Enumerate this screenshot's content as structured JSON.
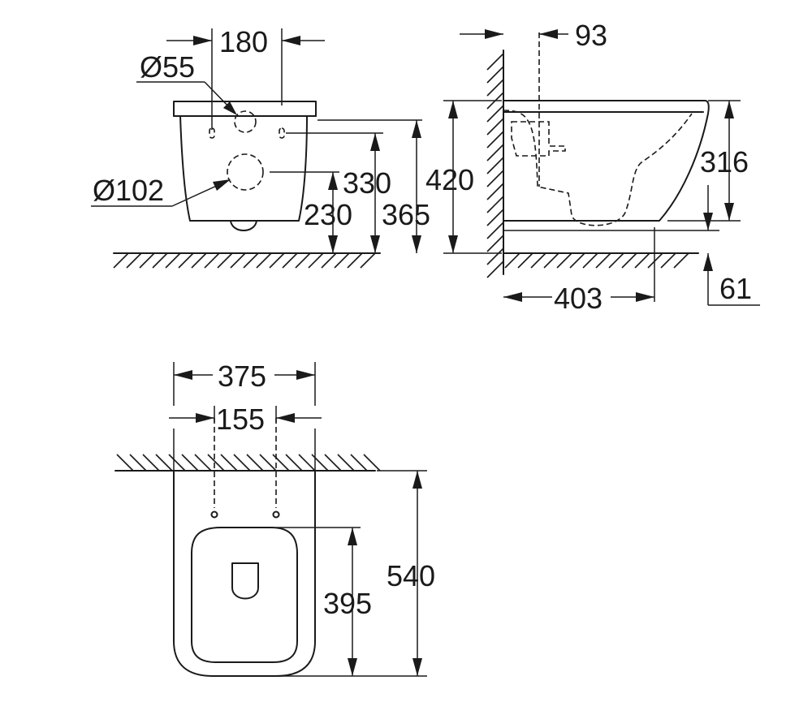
{
  "dimensions": {
    "front": {
      "bolt_spacing": "180",
      "outlet_diameter": "Ø55",
      "inlet_diameter": "Ø102",
      "inlet_center_height": "230",
      "bolt_height": "330",
      "rim_height": "365"
    },
    "side": {
      "wall_offset": "93",
      "total_height": "420",
      "bowl_depth": "316",
      "projection": "403",
      "clearance": "61"
    },
    "top": {
      "overall_width": "375",
      "bolt_spacing": "155",
      "seat_length": "395",
      "overall_length": "540"
    }
  }
}
